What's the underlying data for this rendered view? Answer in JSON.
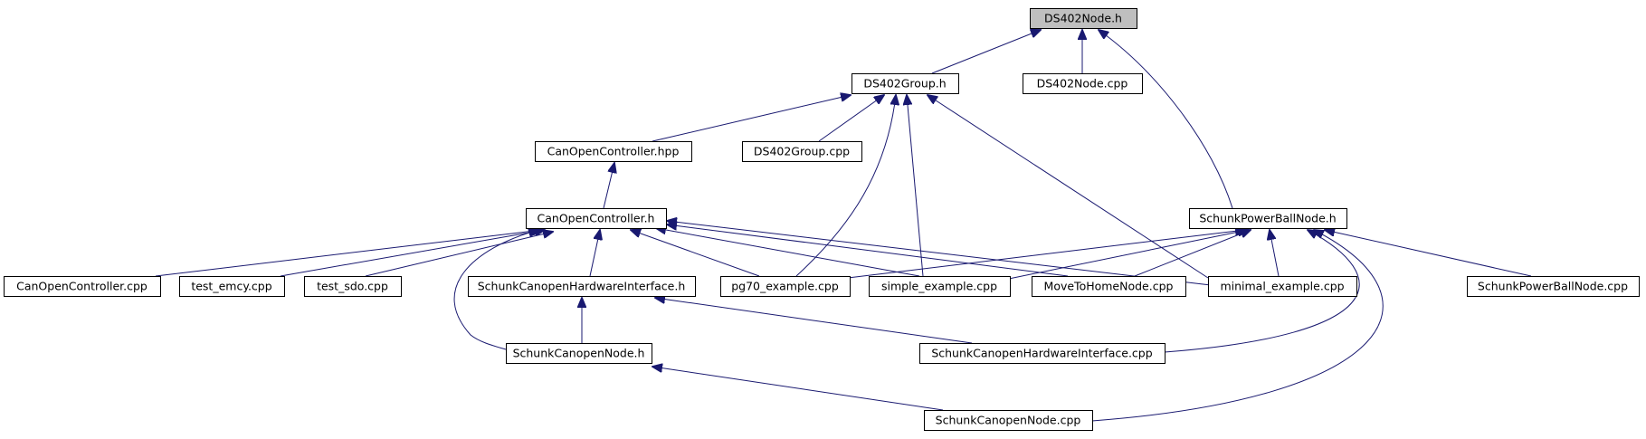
{
  "diagram": {
    "title": "",
    "colors": {
      "edge": "#191970",
      "node_border": "#000000",
      "node_fill": "#ffffff",
      "root_fill": "#bfbfbf"
    },
    "nodes": [
      {
        "id": "ds402node_h",
        "label": "DS402Node.h",
        "highlighted": true
      },
      {
        "id": "ds402group_h",
        "label": "DS402Group.h"
      },
      {
        "id": "ds402node_cpp",
        "label": "DS402Node.cpp"
      },
      {
        "id": "canopencontroller_hpp",
        "label": "CanOpenController.hpp"
      },
      {
        "id": "ds402group_cpp",
        "label": "DS402Group.cpp"
      },
      {
        "id": "canopencontroller_h",
        "label": "CanOpenController.h"
      },
      {
        "id": "schunkpowerballnode_h",
        "label": "SchunkPowerBallNode.h"
      },
      {
        "id": "canopencontroller_cpp",
        "label": "CanOpenController.cpp"
      },
      {
        "id": "test_emcy_cpp",
        "label": "test_emcy.cpp"
      },
      {
        "id": "test_sdo_cpp",
        "label": "test_sdo.cpp"
      },
      {
        "id": "schunkcanopenhwi_h",
        "label": "SchunkCanopenHardwareInterface.h"
      },
      {
        "id": "pg70_example_cpp",
        "label": "pg70_example.cpp"
      },
      {
        "id": "simple_example_cpp",
        "label": "simple_example.cpp"
      },
      {
        "id": "movetohomenode_cpp",
        "label": "MoveToHomeNode.cpp"
      },
      {
        "id": "minimal_example_cpp",
        "label": "minimal_example.cpp"
      },
      {
        "id": "schunkpowerballnode_cpp",
        "label": "SchunkPowerBallNode.cpp"
      },
      {
        "id": "schunkcanopennode_h",
        "label": "SchunkCanopenNode.h"
      },
      {
        "id": "schunkcanopenhwi_cpp",
        "label": "SchunkCanopenHardwareInterface.cpp"
      },
      {
        "id": "schunkcanopennode_cpp",
        "label": "SchunkCanopenNode.cpp"
      }
    ],
    "edges": [
      {
        "from": "ds402node_h",
        "to": "ds402group_h"
      },
      {
        "from": "ds402node_h",
        "to": "ds402node_cpp"
      },
      {
        "from": "ds402node_h",
        "to": "schunkpowerballnode_h"
      },
      {
        "from": "ds402group_h",
        "to": "canopencontroller_hpp"
      },
      {
        "from": "ds402group_h",
        "to": "ds402group_cpp"
      },
      {
        "from": "ds402group_h",
        "to": "pg70_example_cpp"
      },
      {
        "from": "ds402group_h",
        "to": "simple_example_cpp"
      },
      {
        "from": "ds402group_h",
        "to": "minimal_example_cpp"
      },
      {
        "from": "canopencontroller_hpp",
        "to": "canopencontroller_h"
      },
      {
        "from": "canopencontroller_h",
        "to": "canopencontroller_cpp"
      },
      {
        "from": "canopencontroller_h",
        "to": "test_emcy_cpp"
      },
      {
        "from": "canopencontroller_h",
        "to": "test_sdo_cpp"
      },
      {
        "from": "canopencontroller_h",
        "to": "schunkcanopenhwi_h"
      },
      {
        "from": "canopencontroller_h",
        "to": "schunkcanopennode_h"
      },
      {
        "from": "canopencontroller_h",
        "to": "pg70_example_cpp"
      },
      {
        "from": "canopencontroller_h",
        "to": "simple_example_cpp"
      },
      {
        "from": "canopencontroller_h",
        "to": "movetohomenode_cpp"
      },
      {
        "from": "canopencontroller_h",
        "to": "minimal_example_cpp"
      },
      {
        "from": "schunkpowerballnode_h",
        "to": "pg70_example_cpp"
      },
      {
        "from": "schunkpowerballnode_h",
        "to": "simple_example_cpp"
      },
      {
        "from": "schunkpowerballnode_h",
        "to": "movetohomenode_cpp"
      },
      {
        "from": "schunkpowerballnode_h",
        "to": "minimal_example_cpp"
      },
      {
        "from": "schunkpowerballnode_h",
        "to": "schunkpowerballnode_cpp"
      },
      {
        "from": "schunkpowerballnode_h",
        "to": "schunkcanopenhwi_cpp"
      },
      {
        "from": "schunkpowerballnode_h",
        "to": "schunkcanopennode_cpp"
      },
      {
        "from": "schunkcanopenhwi_h",
        "to": "schunkcanopennode_h"
      },
      {
        "from": "schunkcanopenhwi_h",
        "to": "schunkcanopenhwi_cpp"
      },
      {
        "from": "schunkcanopennode_h",
        "to": "schunkcanopennode_cpp"
      }
    ]
  }
}
